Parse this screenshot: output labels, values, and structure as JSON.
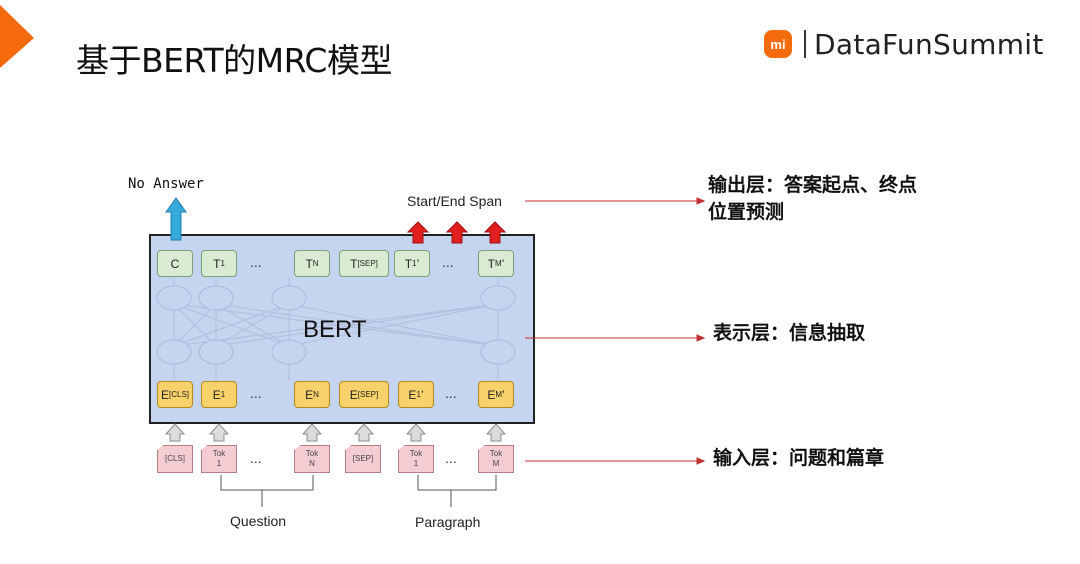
{
  "header": {
    "title": "基于BERT的MRC模型",
    "logo_mark": "mi",
    "logo_text": "DataFunSummit"
  },
  "diagram": {
    "model_label": "BERT",
    "no_answer_label": "No Answer",
    "span_label": "Start/End Span",
    "ellipsis": "...",
    "output_tokens": [
      {
        "main": "C",
        "sub": ""
      },
      {
        "main": "T",
        "sub": "1"
      },
      {
        "main": "T",
        "sub": "N"
      },
      {
        "main": "T",
        "sub": "[SEP]"
      },
      {
        "main": "T",
        "sub": "1",
        "prime": "’"
      },
      {
        "main": "T",
        "sub": "M",
        "prime": "’"
      }
    ],
    "embedding_tokens": [
      {
        "main": "E",
        "sub": "[CLS]"
      },
      {
        "main": "E",
        "sub": "1"
      },
      {
        "main": "E",
        "sub": "N"
      },
      {
        "main": "E",
        "sub": "[SEP]"
      },
      {
        "main": "E",
        "sub": "1",
        "prime": "’"
      },
      {
        "main": "E",
        "sub": "M",
        "prime": "’"
      }
    ],
    "input_tokens": [
      {
        "line1": "[CLS]",
        "line2": ""
      },
      {
        "line1": "Tok",
        "line2": "1"
      },
      {
        "line1": "Tok",
        "line2": "N"
      },
      {
        "line1": "[SEP]",
        "line2": ""
      },
      {
        "line1": "Tok",
        "line2": "1"
      },
      {
        "line1": "Tok",
        "line2": "M"
      }
    ],
    "segments": {
      "question": "Question",
      "paragraph": "Paragraph"
    },
    "colors": {
      "bert_bg": "#c6d5ef",
      "output_token": "#d9ecd3",
      "embedding_token": "#f7d16a",
      "input_token": "#f4cdd2",
      "no_answer_arrow": "#37a8dc",
      "span_arrow": "#e02020",
      "annotation_line": "#c03030",
      "accent": "#f56a0c"
    }
  },
  "annotations": [
    {
      "line1": "输出层：答案起点、终点",
      "line2": "位置预测"
    },
    {
      "line1": "表示层：信息抽取",
      "line2": ""
    },
    {
      "line1": "输入层：问题和篇章",
      "line2": ""
    }
  ]
}
